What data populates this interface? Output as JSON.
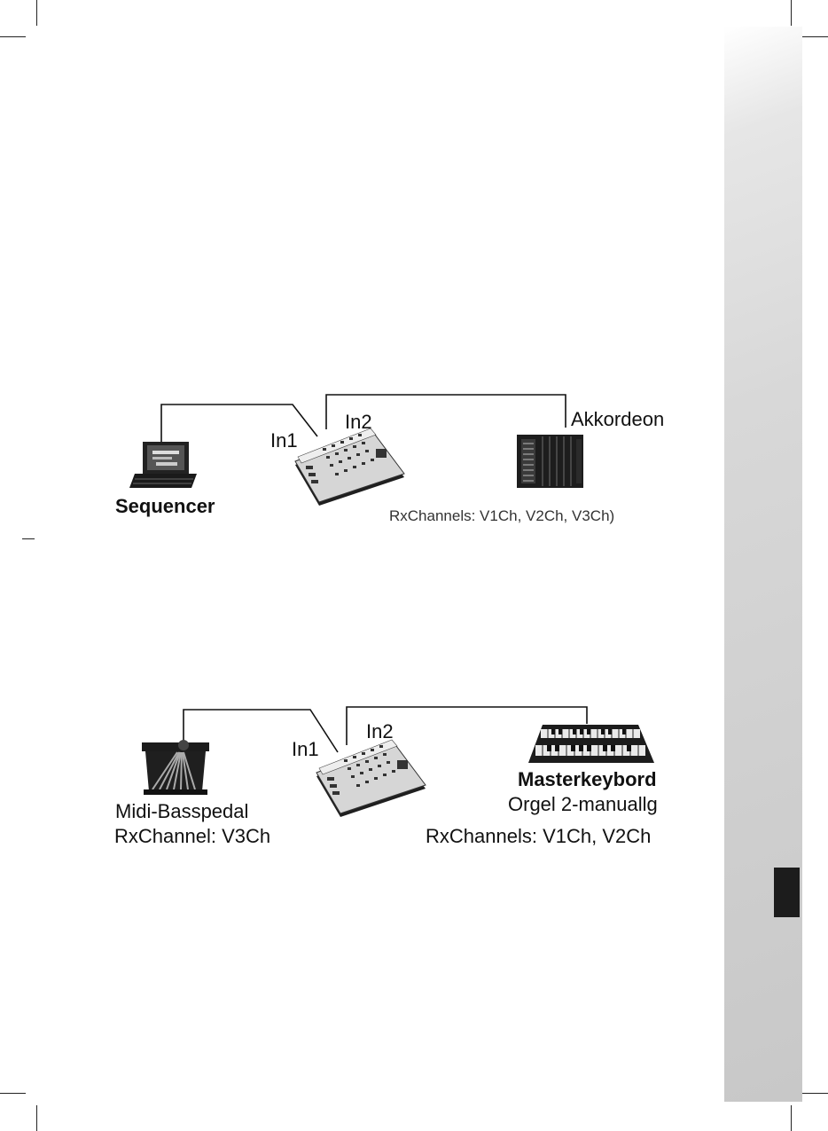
{
  "diagram1": {
    "sequencer": "Sequencer",
    "in1": "In1",
    "in2": "In2",
    "akkordeon": "Akkordeon",
    "rx_channels": "RxChannels: V1Ch, V2Ch, V3Ch)"
  },
  "diagram2": {
    "in1": "In1",
    "in2": "In2",
    "basspedal_name": "Midi-Basspedal",
    "basspedal_rx": "RxChannel: V3Ch",
    "masterkeyboard_name": "Masterkeybord",
    "masterkeyboard_type": "Orgel 2-manuallg",
    "masterkeyboard_rx": "RxChannels: V1Ch, V2Ch"
  },
  "colors": {
    "ink": "#111111",
    "strip": "#d0d0d0",
    "tab": "#1c1c1c"
  }
}
